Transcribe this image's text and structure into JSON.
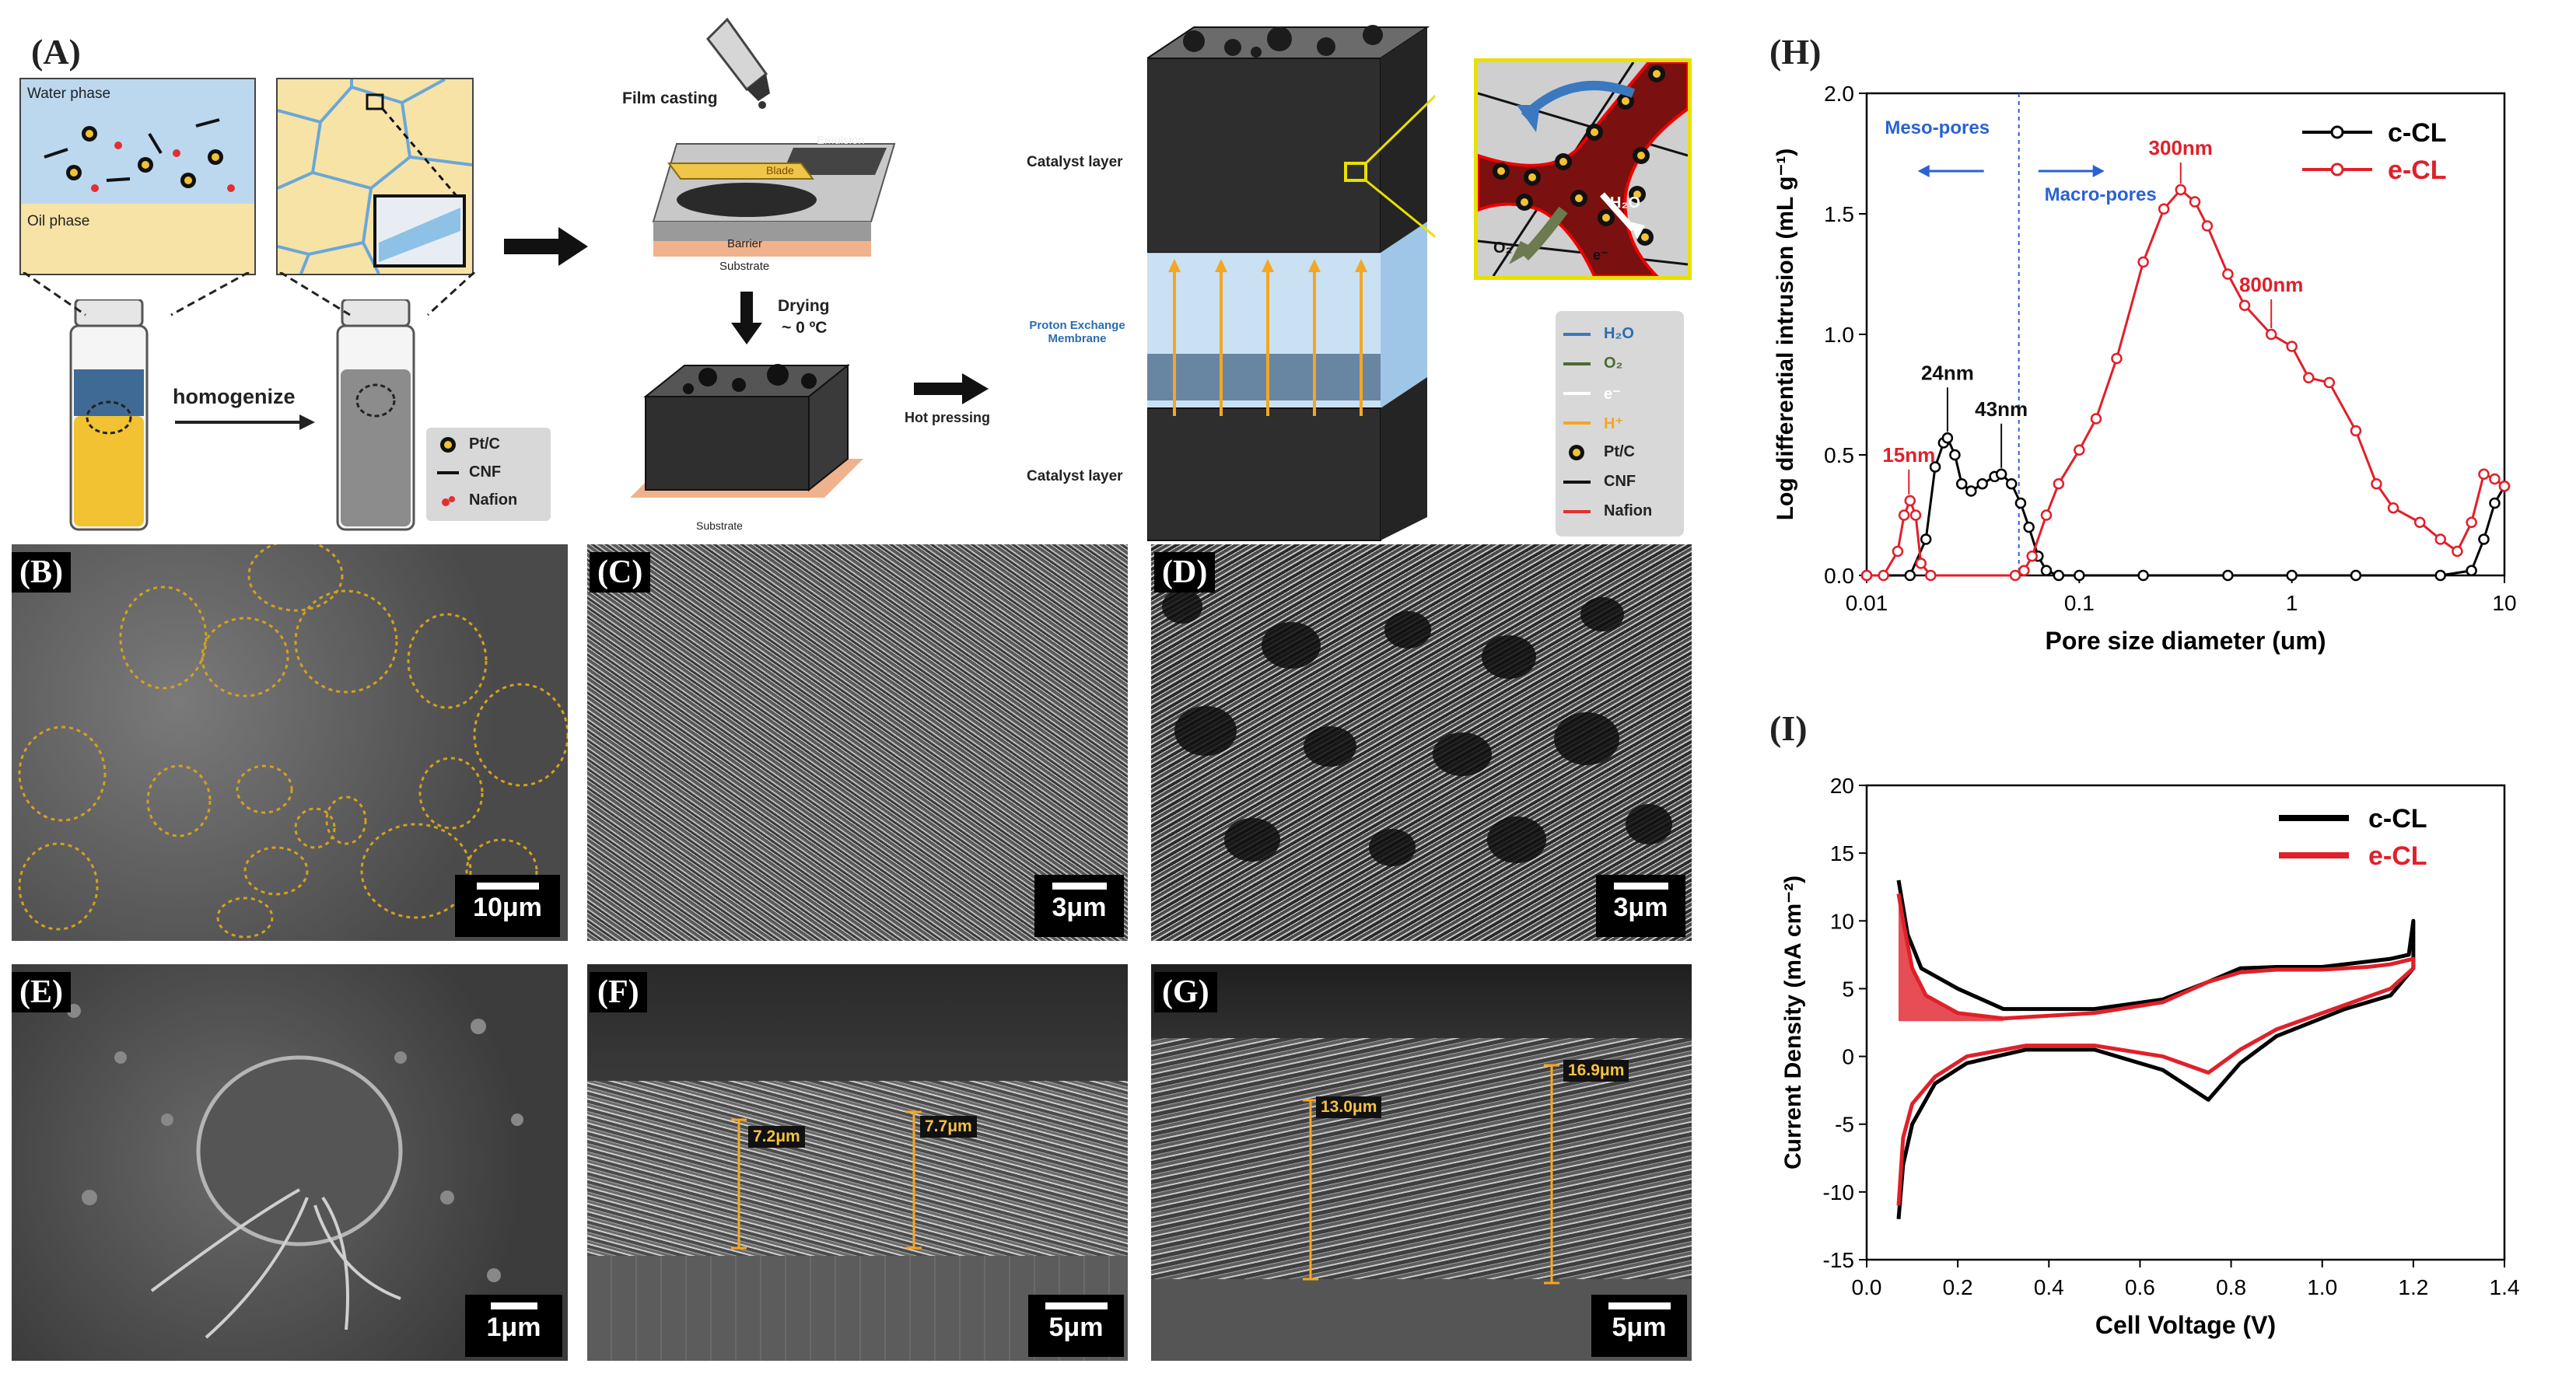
{
  "panels": {
    "A": "(A)",
    "B": "(B)",
    "C": "(C)",
    "D": "(D)",
    "E": "(E)",
    "F": "(F)",
    "G": "(G)",
    "H": "(H)",
    "I": "(I)"
  },
  "schematic": {
    "water_phase": "Water phase",
    "oil_phase": "Oil phase",
    "homogenize": "homogenize",
    "legend_left": [
      "Pt/C",
      "CNF",
      "Nafion"
    ],
    "film_casting": "Film casting",
    "emulsion": "Emulsion",
    "blade": "Blade",
    "barrier": "Barrier",
    "substrate": "Substrate",
    "drying": "Drying",
    "drying_temp": "~ 0 ºC",
    "substrate2": "Substrate",
    "hot_pressing": "Hot pressing",
    "catalyst_layer_top": "Catalyst layer",
    "pem": "Proton Exchange Membrane",
    "catalyst_layer_bottom": "Catalyst layer",
    "zoom_h2o": "H₂O",
    "zoom_o2": "O₂",
    "zoom_e": "e⁻",
    "legend_right": [
      "H₂O",
      "O₂",
      "e⁻",
      "H⁺",
      "Pt/C",
      "CNF",
      "Nafion"
    ]
  },
  "sem": {
    "B_scale": "10μm",
    "C_scale": "3μm",
    "D_scale": "3μm",
    "E_scale": "1μm",
    "F_scale": "5μm",
    "G_scale": "5μm",
    "F_thick_1": "7.2μm",
    "F_thick_2": "7.7μm",
    "G_thick_1": "13.0μm",
    "G_thick_2": "16.9μm"
  },
  "chart_data": [
    {
      "type": "line",
      "panel": "H",
      "xlabel": "Pore size diameter (um)",
      "ylabel": "Log differential intrusion (mL g⁻¹)",
      "xscale": "log",
      "xlim": [
        0.01,
        10
      ],
      "ylim": [
        0.0,
        2.0
      ],
      "xticks": [
        "0.01",
        "0.1",
        "1",
        "10"
      ],
      "yticks": [
        "0.0",
        "0.5",
        "1.0",
        "1.5",
        "2.0"
      ],
      "legend_position": "top-right",
      "vline_x": 0.052,
      "annotations": {
        "meso": "Meso-pores",
        "macro": "Macro-pores",
        "p15": "15nm",
        "p24": "24nm",
        "p43": "43nm",
        "p300": "300nm",
        "p800": "800nm"
      },
      "series": [
        {
          "name": "c-CL",
          "color": "#000000",
          "x": [
            0.01,
            0.016,
            0.019,
            0.021,
            0.023,
            0.024,
            0.026,
            0.028,
            0.031,
            0.035,
            0.04,
            0.043,
            0.048,
            0.053,
            0.058,
            0.064,
            0.07,
            0.08,
            0.1,
            0.2,
            0.5,
            1.0,
            2.0,
            5.0,
            7.0,
            8.0,
            9.0,
            10.0
          ],
          "y": [
            0.0,
            0.0,
            0.15,
            0.45,
            0.55,
            0.57,
            0.5,
            0.38,
            0.35,
            0.38,
            0.41,
            0.42,
            0.38,
            0.3,
            0.2,
            0.08,
            0.02,
            0.0,
            0.0,
            0.0,
            0.0,
            0.0,
            0.0,
            0.0,
            0.02,
            0.15,
            0.3,
            0.37
          ]
        },
        {
          "name": "e-CL",
          "color": "#e0202a",
          "x": [
            0.01,
            0.012,
            0.014,
            0.015,
            0.016,
            0.017,
            0.018,
            0.02,
            0.05,
            0.055,
            0.06,
            0.07,
            0.08,
            0.1,
            0.12,
            0.15,
            0.2,
            0.25,
            0.3,
            0.35,
            0.4,
            0.5,
            0.6,
            0.8,
            1.0,
            1.2,
            1.5,
            2.0,
            2.5,
            3.0,
            4.0,
            5.0,
            6.0,
            7.0,
            8.0,
            9.0,
            10.0
          ],
          "y": [
            0.0,
            0.0,
            0.1,
            0.25,
            0.31,
            0.25,
            0.05,
            0.0,
            0.0,
            0.02,
            0.08,
            0.25,
            0.38,
            0.52,
            0.65,
            0.9,
            1.3,
            1.52,
            1.6,
            1.55,
            1.45,
            1.25,
            1.12,
            1.0,
            0.95,
            0.82,
            0.8,
            0.6,
            0.38,
            0.28,
            0.22,
            0.15,
            0.1,
            0.22,
            0.42,
            0.4,
            0.37
          ]
        }
      ]
    },
    {
      "type": "line",
      "panel": "I",
      "xlabel": "Cell Voltage (V)",
      "ylabel": "Current Density (mA cm⁻²)",
      "xlim": [
        0.0,
        1.4
      ],
      "ylim": [
        -15,
        20
      ],
      "xticks": [
        "0.0",
        "0.2",
        "0.4",
        "0.6",
        "0.8",
        "1.0",
        "1.2",
        "1.4"
      ],
      "yticks": [
        "-15",
        "-10",
        "-5",
        "0",
        "5",
        "10",
        "15",
        "20"
      ],
      "legend_position": "top-right",
      "series": [
        {
          "name": "c-CL",
          "color": "#000000",
          "x": [
            0.07,
            0.075,
            0.09,
            0.12,
            0.2,
            0.3,
            0.5,
            0.65,
            0.75,
            0.82,
            0.9,
            1.0,
            1.1,
            1.15,
            1.19,
            1.2,
            1.2,
            1.15,
            1.05,
            0.9,
            0.82,
            0.75,
            0.65,
            0.5,
            0.35,
            0.22,
            0.15,
            0.1,
            0.08,
            0.07
          ],
          "y": [
            13.0,
            12.0,
            9.0,
            6.5,
            5.0,
            3.5,
            3.5,
            4.2,
            5.5,
            6.5,
            6.6,
            6.6,
            7.0,
            7.2,
            7.5,
            10.0,
            6.5,
            4.5,
            3.5,
            1.5,
            -0.5,
            -3.2,
            -1.0,
            0.5,
            0.5,
            -0.5,
            -2.0,
            -5.0,
            -8.0,
            -12.0
          ]
        },
        {
          "name": "e-CL",
          "color": "#e0202a",
          "x": [
            0.07,
            0.08,
            0.1,
            0.13,
            0.2,
            0.3,
            0.5,
            0.65,
            0.75,
            0.82,
            0.9,
            1.0,
            1.1,
            1.15,
            1.2,
            1.2,
            1.15,
            1.05,
            0.9,
            0.82,
            0.75,
            0.65,
            0.5,
            0.35,
            0.22,
            0.15,
            0.1,
            0.08,
            0.07
          ],
          "y": [
            12.0,
            10.0,
            6.5,
            4.5,
            3.2,
            2.8,
            3.2,
            4.0,
            5.5,
            6.2,
            6.4,
            6.4,
            6.6,
            6.8,
            7.2,
            6.5,
            5.0,
            3.8,
            2.0,
            0.5,
            -1.2,
            0.0,
            0.8,
            0.8,
            0.0,
            -1.5,
            -3.5,
            -6.0,
            -11.0
          ]
        }
      ]
    }
  ]
}
